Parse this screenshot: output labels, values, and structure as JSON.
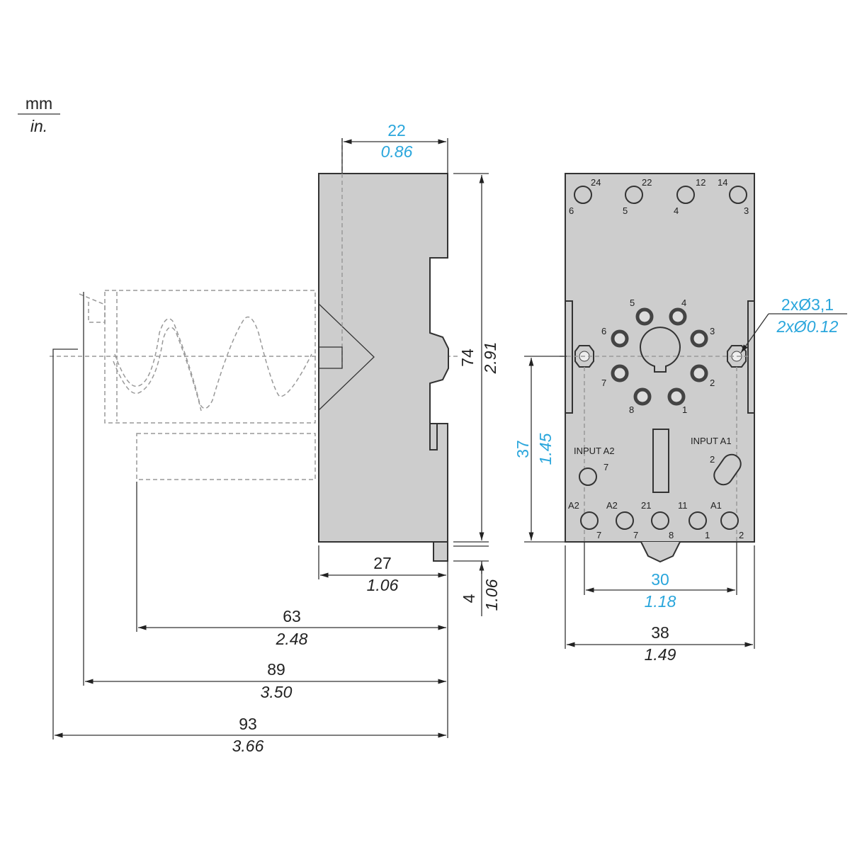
{
  "units": {
    "primary": "mm",
    "secondary": "in."
  },
  "colors": {
    "metric_highlight": "#2aa6dc",
    "body": "#cdcdcd"
  },
  "side_view": {
    "width": {
      "mm": "22",
      "in": "0.86"
    },
    "height": {
      "mm": "74",
      "in": "2.91"
    },
    "depth": {
      "mm": "27",
      "in": "1.06"
    },
    "tab": {
      "mm": "4",
      "in": "1.06"
    },
    "relay_63": {
      "mm": "63",
      "in": "2.48"
    },
    "relay_89": {
      "mm": "89",
      "in": "3.50"
    },
    "relay_93": {
      "mm": "93",
      "in": "3.66"
    }
  },
  "front_view": {
    "top_terminals": [
      {
        "upper": "24",
        "lower": "6"
      },
      {
        "upper": "22",
        "lower": "5"
      },
      {
        "upper": "12",
        "lower": "4"
      },
      {
        "upper": "14",
        "lower": "3"
      }
    ],
    "socket_pins": [
      "5",
      "4",
      "6",
      "3",
      "7",
      "2",
      "8",
      "1"
    ],
    "input_a2": {
      "label": "INPUT A2",
      "pin": "7"
    },
    "input_a1": {
      "label": "INPUT A1",
      "pin": "2"
    },
    "bottom_terminals": [
      {
        "upper": "A2",
        "lower": "7"
      },
      {
        "upper": "A2",
        "lower": "7"
      },
      {
        "upper": "21",
        "lower": "8"
      },
      {
        "upper": "11",
        "lower": "1"
      },
      {
        "upper": "A1",
        "lower": "2"
      }
    ],
    "mount_holes": {
      "mm": "2xØ3,1",
      "in": "2xØ0.12"
    },
    "hole_offset": {
      "mm": "37",
      "in": "1.45"
    },
    "hole_spacing": {
      "mm": "30",
      "in": "1.18"
    },
    "width": {
      "mm": "38",
      "in": "1.49"
    }
  }
}
